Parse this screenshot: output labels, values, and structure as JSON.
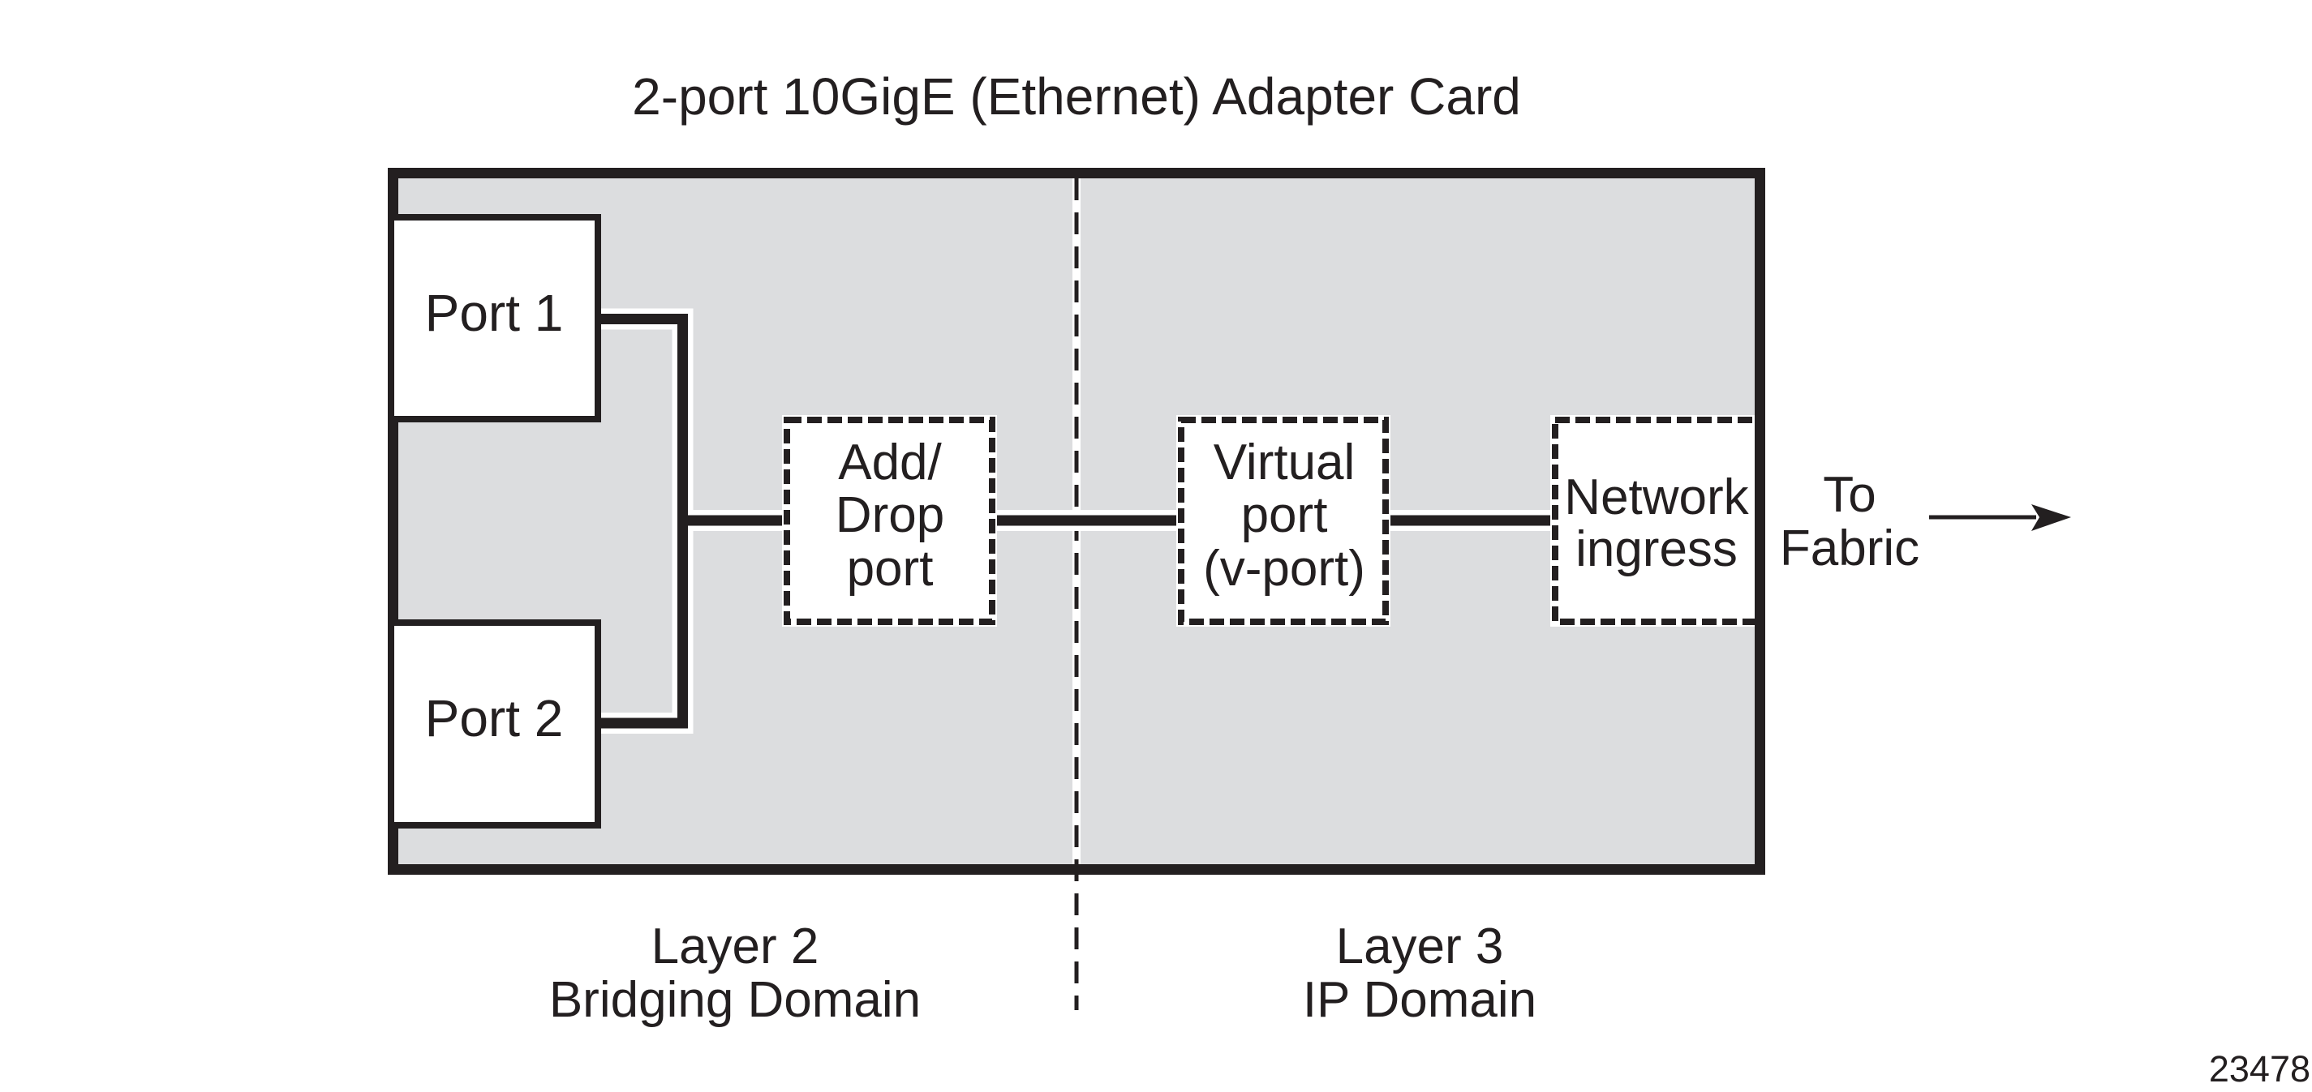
{
  "title": "2-port 10GigE (Ethernet) Adapter Card",
  "colors": {
    "ink": "#231f20",
    "card_fill": "#dcdddf",
    "box_fill": "#ffffff"
  },
  "ports": [
    {
      "label": "Port 1"
    },
    {
      "label": "Port 2"
    }
  ],
  "nodes": {
    "add_drop": {
      "lines": [
        "Add/",
        "Drop",
        "port"
      ]
    },
    "vport": {
      "lines": [
        "Virtual",
        "port",
        "(v-port)"
      ]
    },
    "network_ingress": {
      "lines": [
        "Network",
        "ingress"
      ]
    }
  },
  "fabric": {
    "lines": [
      "To",
      "Fabric"
    ]
  },
  "domains": {
    "layer2": {
      "lines": [
        "Layer 2",
        "Bridging Domain"
      ]
    },
    "layer3": {
      "lines": [
        "Layer 3",
        "IP Domain"
      ]
    }
  },
  "figure_id": "23478"
}
